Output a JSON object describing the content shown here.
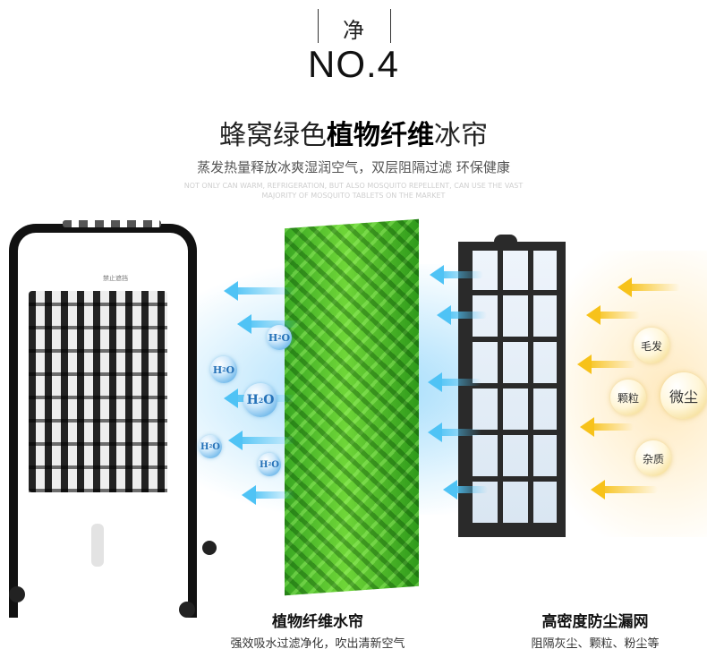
{
  "header": {
    "badge_char": "净",
    "badge_number": "NO.4",
    "title_part1": "蜂窝绿色",
    "title_bold": "植物纤维",
    "title_part2": "冰帘",
    "subtitle": "蒸发热量释放冰爽湿润空气，双层阻隔过滤 环保健康",
    "english_note": "NOT ONLY CAN WARM, REFRIGERATION, BUT ALSO MOSQUITO REPELLENT, CAN USE THE VAST MAJORITY OF MOSQUITO TABLETS ON THE MARKET"
  },
  "cooler": {
    "panel_label": "禁止遮挡"
  },
  "bubbles": [
    {
      "text": "H",
      "sub": "2",
      "tail": "O"
    },
    {
      "text": "H",
      "sub": "2",
      "tail": "O"
    },
    {
      "text": "H",
      "sub": "2",
      "tail": "O"
    },
    {
      "text": "H",
      "sub": "2",
      "tail": "O"
    },
    {
      "text": "H",
      "sub": "2",
      "tail": "O"
    }
  ],
  "dust_labels": [
    "毛发",
    "颗粒",
    "微尘",
    "杂质"
  ],
  "captions": {
    "left": {
      "title": "植物纤维水帘",
      "desc": "强效吸水过滤净化，吹出清新空气"
    },
    "right": {
      "title": "高密度防尘漏网",
      "desc": "阻隔灰尘、颗粒、粉尘等"
    }
  },
  "colors": {
    "water_arrow": "#4fc3f5",
    "dust_arrow": "#f7c21a",
    "curtain_green": "#3aa823",
    "cooler_frame": "#111111"
  }
}
